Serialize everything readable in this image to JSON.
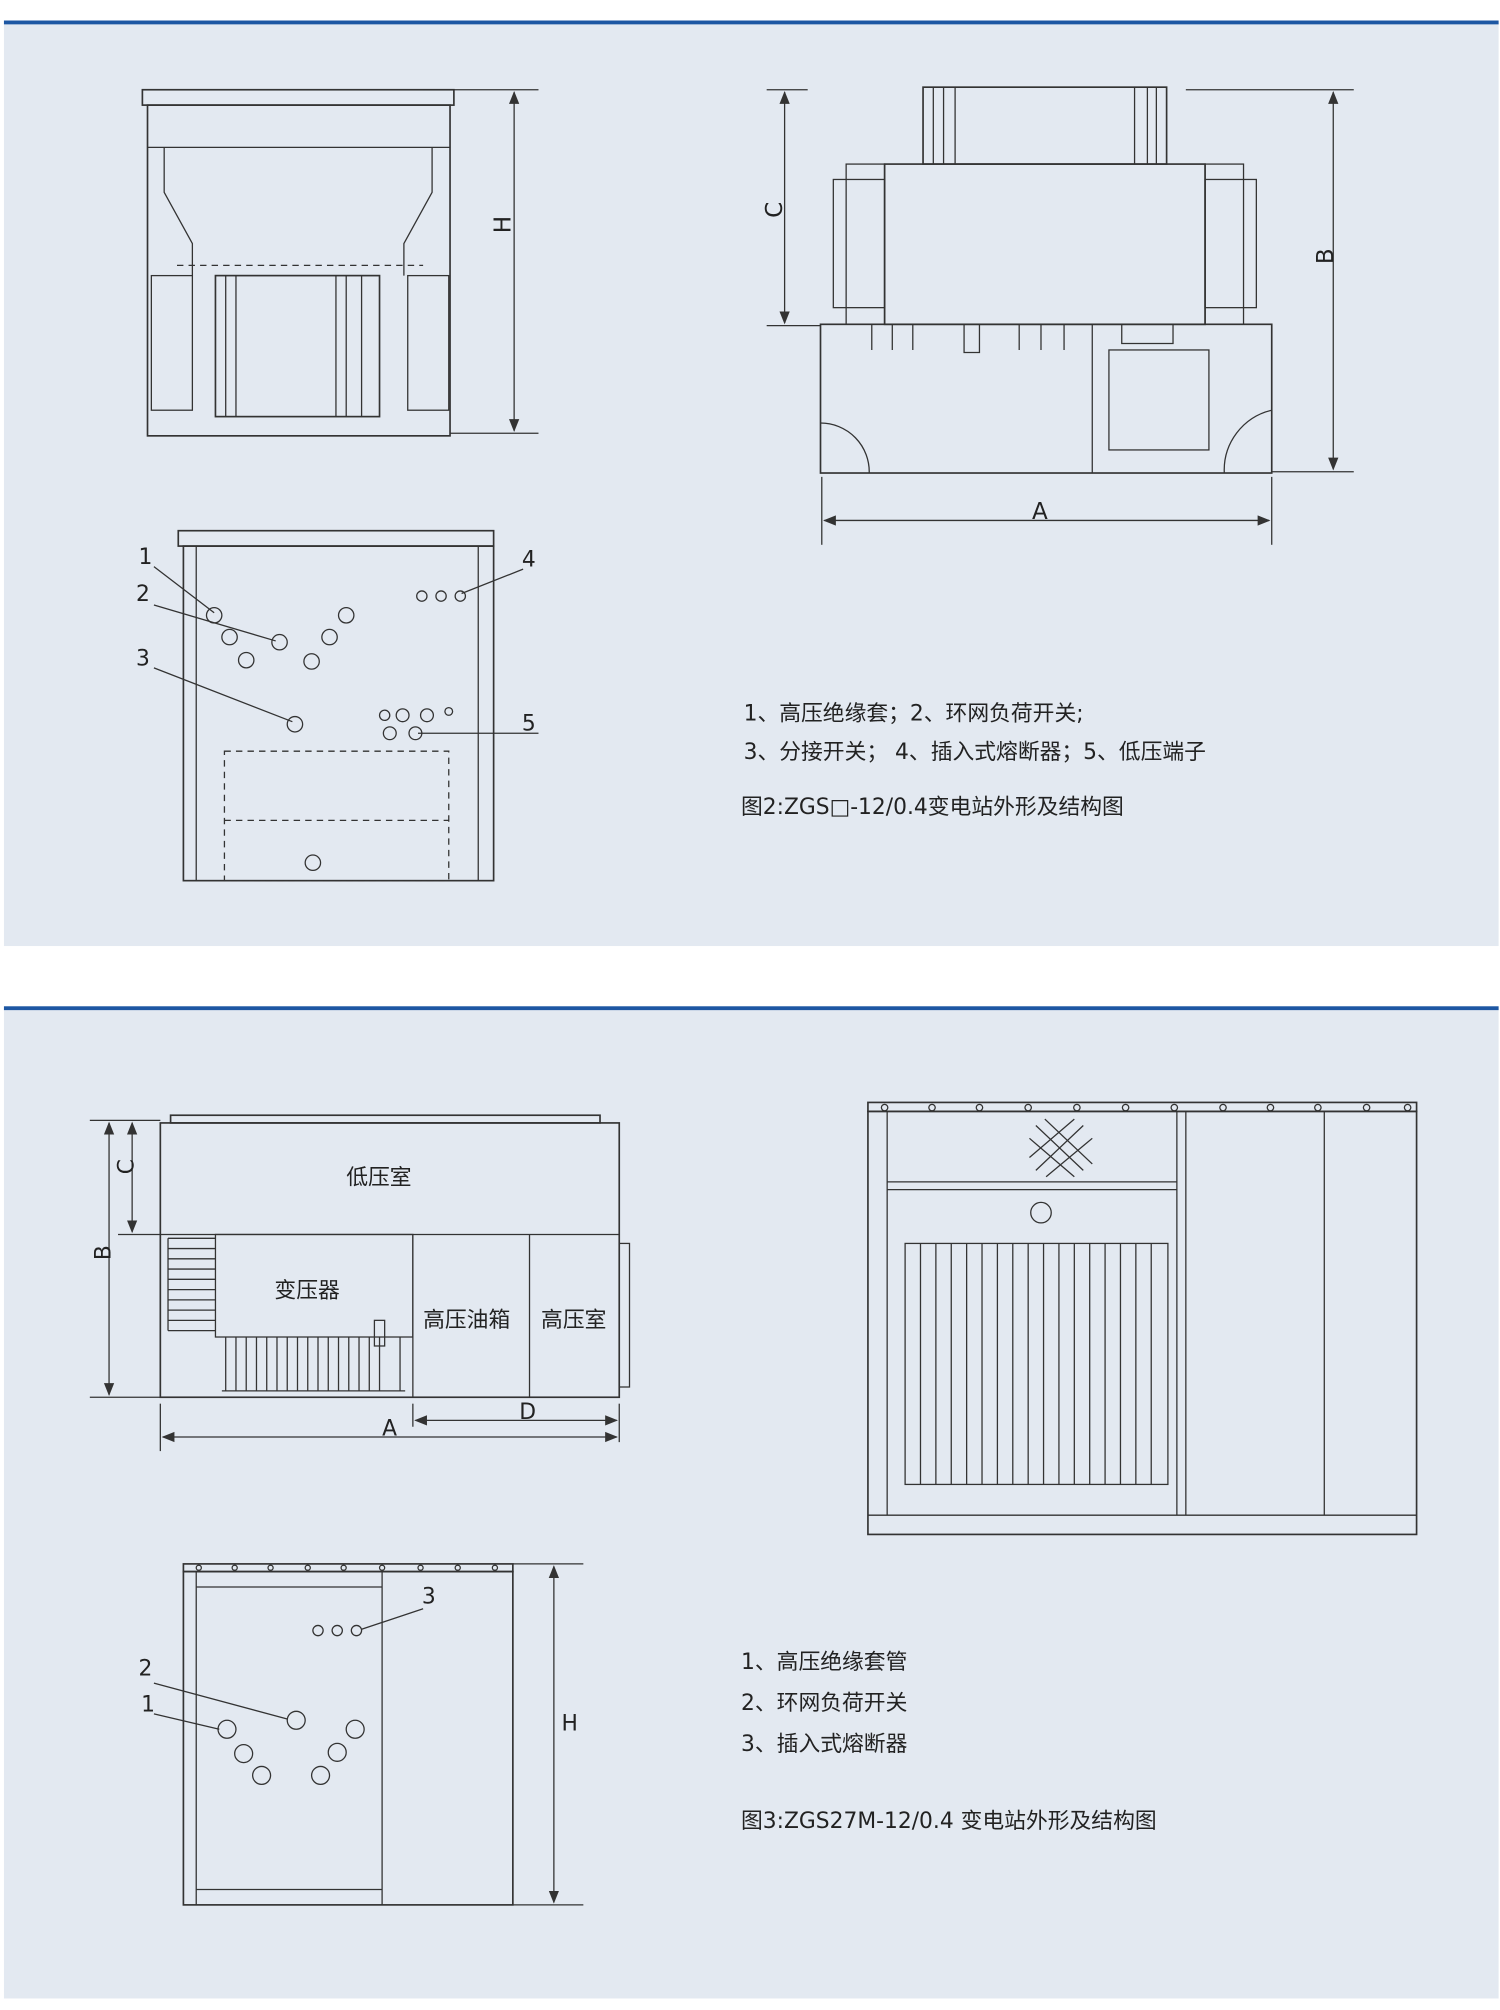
{
  "colors": {
    "panel": "#e3e9f1",
    "rule": "#1d57a3",
    "line": "#333333"
  },
  "figure2": {
    "dims": {
      "H": "H",
      "C": "C",
      "B": "B",
      "A": "A"
    },
    "callouts": [
      "1",
      "2",
      "3",
      "4",
      "5"
    ],
    "legend": [
      "1、高压绝缘套；2、环网负荷开关;",
      "3、分接开关；  4、插入式熔断器；5、低压端子"
    ],
    "caption": "图2:ZGS□-12/0.4变电站外形及结构图"
  },
  "figure3": {
    "dims": {
      "C": "C",
      "B": "B",
      "A": "A",
      "D": "D",
      "H": "H"
    },
    "rooms": {
      "low_voltage": "低压室",
      "transformer": "变压器",
      "hv_oil_tank": "高压油箱",
      "high_voltage": "高压室"
    },
    "callouts": [
      "1",
      "2",
      "3"
    ],
    "legend": [
      "1、高压绝缘套管",
      "2、环网负荷开关",
      "3、插入式熔断器"
    ],
    "caption": "图3:ZGS27M-12/0.4 变电站外形及结构图"
  }
}
